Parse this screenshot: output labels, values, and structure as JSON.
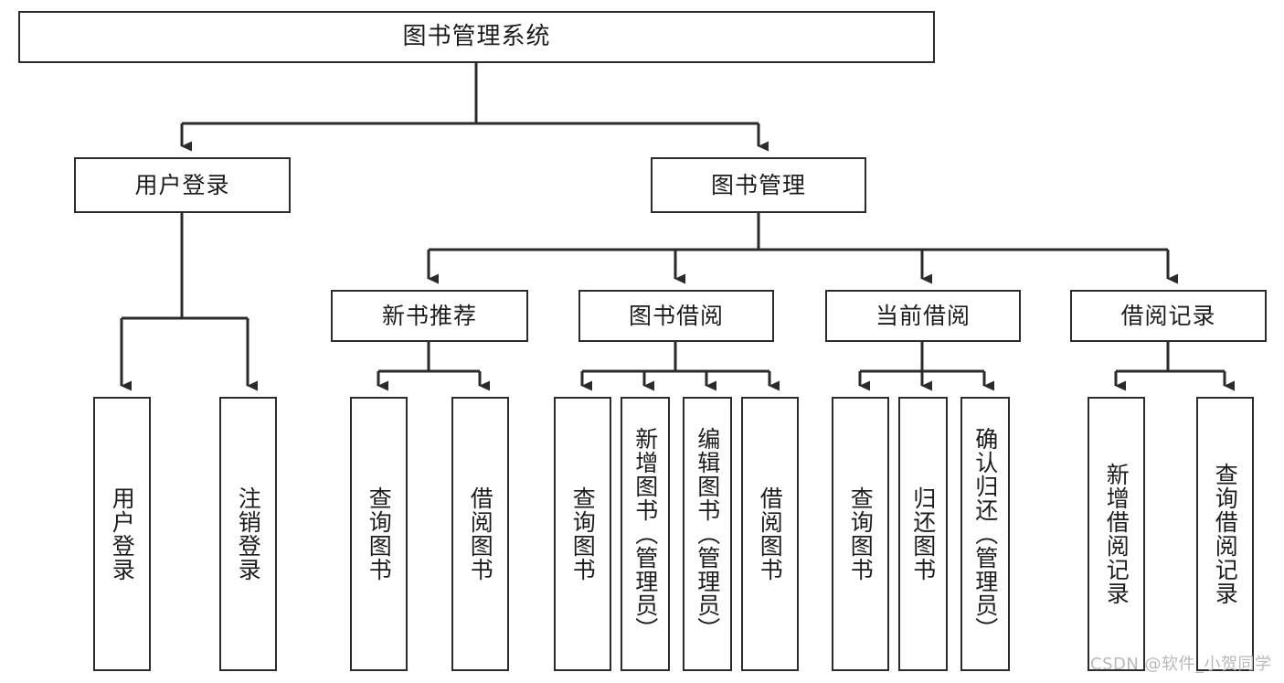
{
  "diagram": {
    "title": "图书管理系统",
    "type": "tree-hierarchy-chart",
    "orientation": "top-down",
    "colors": {
      "background": "#ffffff",
      "box_fill": "#ffffff",
      "box_stroke": "#2b2b2b",
      "connector": "#2b2b2b",
      "text": "#1c1c1c",
      "watermark": "#b9b9b9"
    },
    "root": {
      "label": "图书管理系统"
    },
    "level2": [
      {
        "label": "用户登录"
      },
      {
        "label": "图书管理"
      }
    ],
    "level3": [
      {
        "label": "新书推荐"
      },
      {
        "label": "图书借阅"
      },
      {
        "label": "当前借阅"
      },
      {
        "label": "借阅记录"
      }
    ],
    "leaves": {
      "user_login": [
        {
          "label": "用户登录"
        },
        {
          "label": "注销登录"
        }
      ],
      "new_book_recommend": [
        {
          "label": "查询图书"
        },
        {
          "label": "借阅图书"
        }
      ],
      "book_borrow": [
        {
          "label": "查询图书"
        },
        {
          "label": "新增图书（管理员）"
        },
        {
          "label": "编辑图书（管理员）"
        },
        {
          "label": "借阅图书"
        }
      ],
      "current_borrow": [
        {
          "label": "查询图书"
        },
        {
          "label": "归还图书"
        },
        {
          "label": "确认归还（管理员）"
        }
      ],
      "borrow_record": [
        {
          "label": "新增借阅记录"
        },
        {
          "label": "查询借阅记录"
        }
      ]
    }
  },
  "watermark": {
    "text": "CSDN @软件_小贺同学"
  }
}
